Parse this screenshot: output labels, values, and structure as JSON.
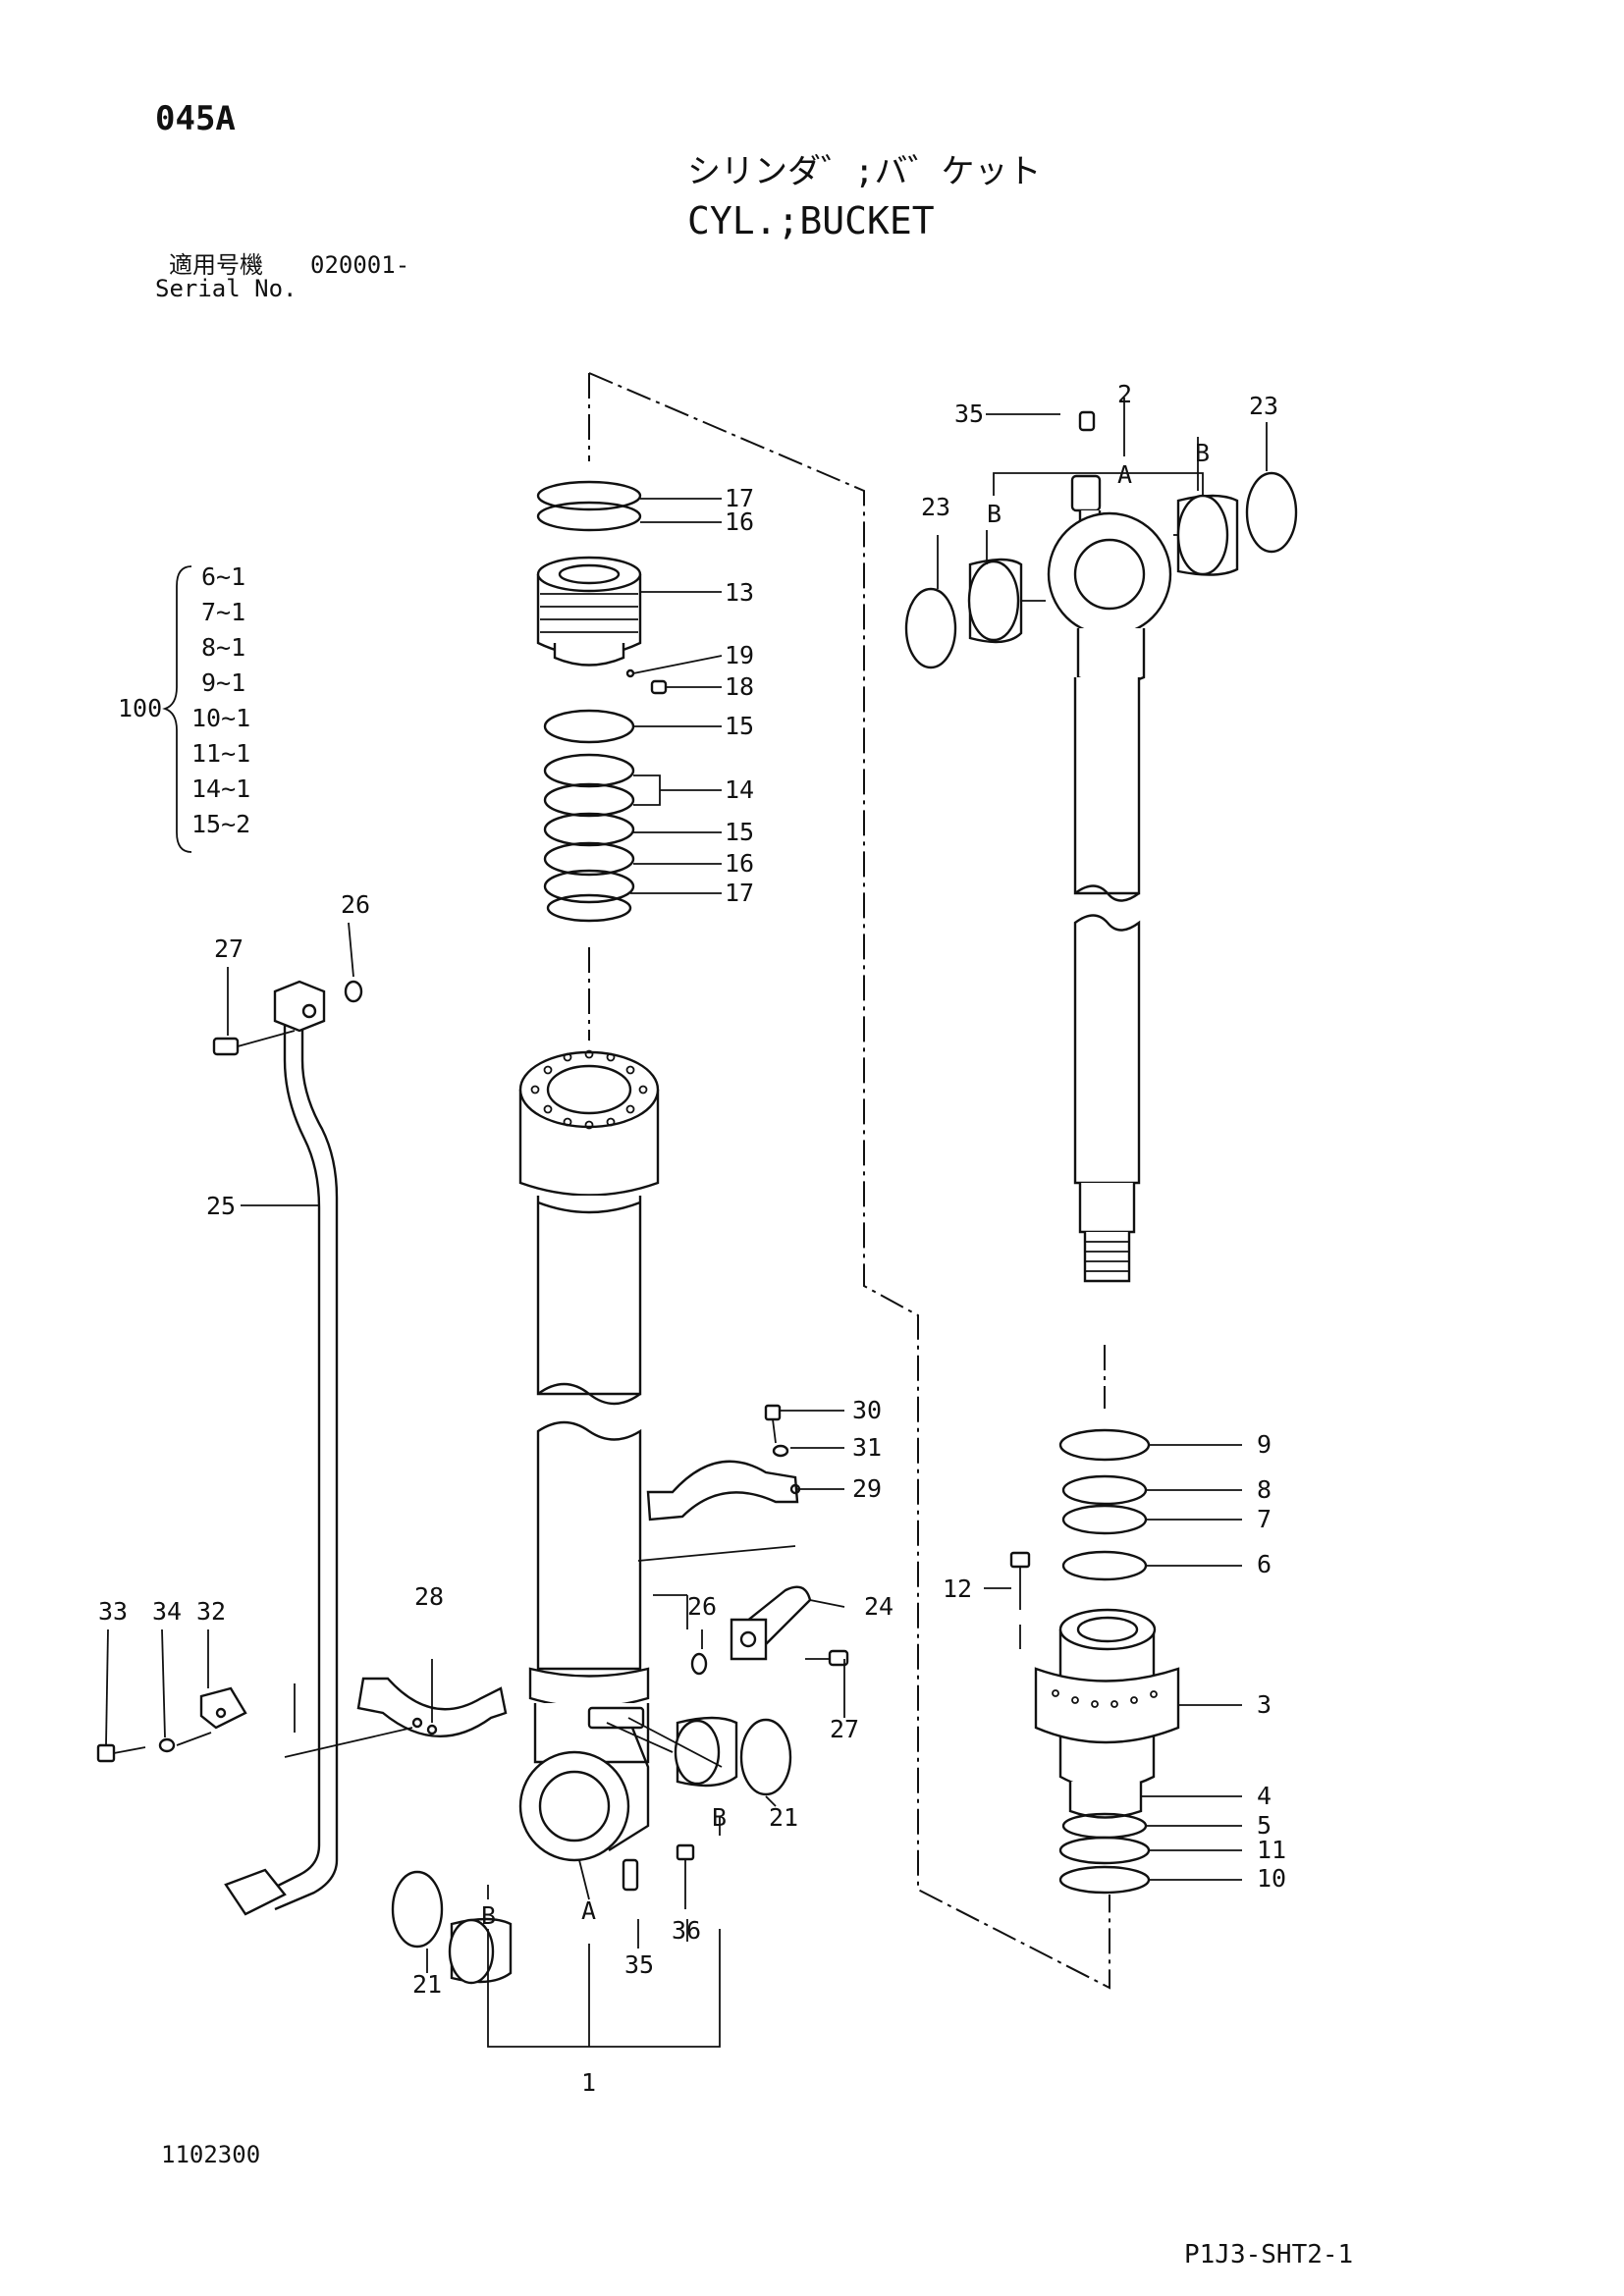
{
  "header": {
    "sheet_code": "045A",
    "title_jp": "シリンダ゛;バ゛ケット",
    "title_en": "CYL.;BUCKET",
    "serial_label_jp": "適用号機",
    "serial_range": "020001-",
    "serial_label_en": "Serial No."
  },
  "kit": {
    "number": "100",
    "items": [
      "6~1",
      "7~1",
      "8~1",
      "9~1",
      "10~1",
      "11~1",
      "14~1",
      "15~2"
    ]
  },
  "callouts": {
    "n1": "1",
    "n2": "2",
    "n3": "3",
    "n4": "4",
    "n5": "5",
    "n6": "6",
    "n7": "7",
    "n8": "8",
    "n9": "9",
    "n10": "10",
    "n11": "11",
    "n12": "12",
    "n13": "13",
    "n14": "14",
    "n15a": "15",
    "n15b": "15",
    "n16a": "16",
    "n16b": "16",
    "n17a": "17",
    "n17b": "17",
    "n18": "18",
    "n19": "19",
    "n21a": "21",
    "n21b": "21",
    "n23a": "23",
    "n23b": "23",
    "n24": "24",
    "n25": "25",
    "n26a": "26",
    "n26b": "26",
    "n27a": "27",
    "n27b": "27",
    "n28": "28",
    "n29": "29",
    "n30": "30",
    "n31": "31",
    "n32": "32",
    "n33": "33",
    "n34": "34",
    "n35a": "35",
    "n35b": "35",
    "n36": "36",
    "la1": "A",
    "la2": "A",
    "lb1": "B",
    "lb2": "B",
    "lb3": "B",
    "lb4": "B"
  },
  "footer": {
    "drawing_no": "1102300",
    "page_ref": "P1J3-SHT2-1"
  }
}
